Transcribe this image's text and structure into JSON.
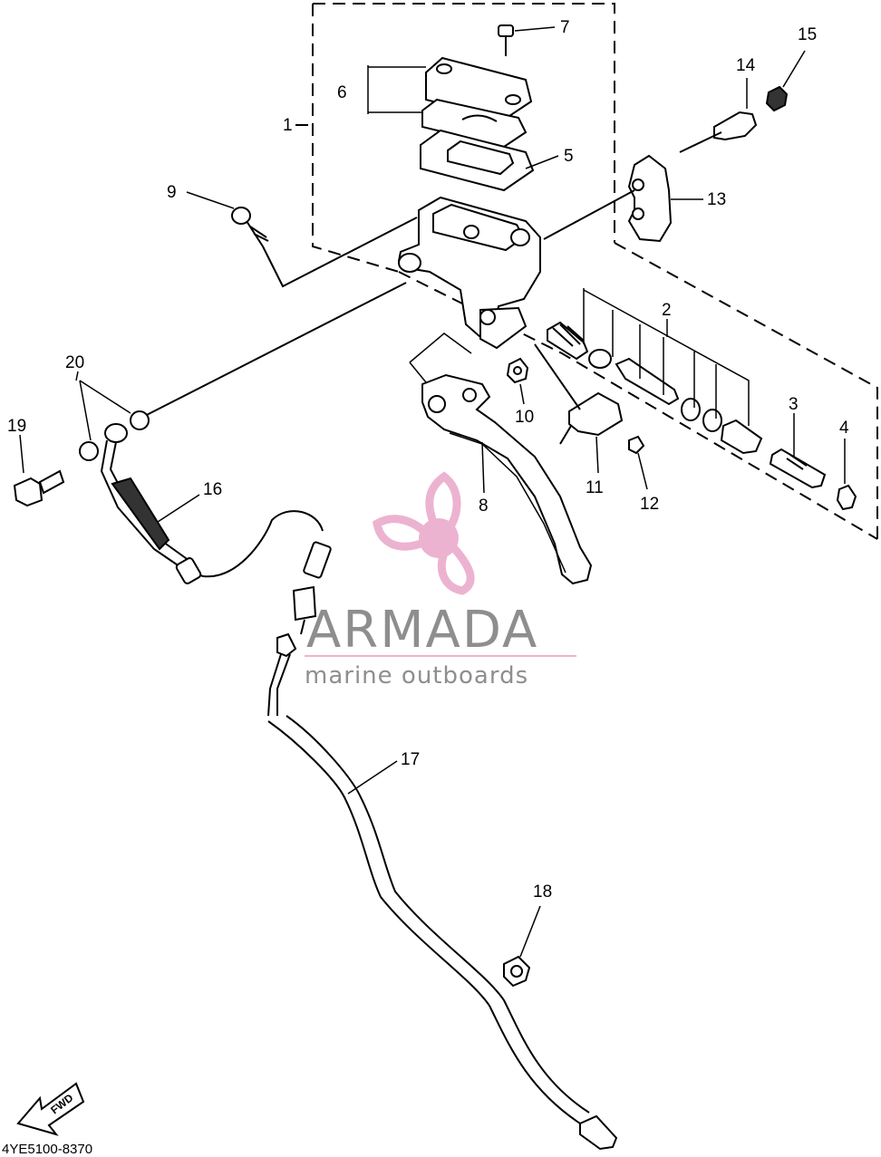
{
  "callouts": [
    {
      "id": "1",
      "label": "1"
    },
    {
      "id": "2",
      "label": "2"
    },
    {
      "id": "3",
      "label": "3"
    },
    {
      "id": "4",
      "label": "4"
    },
    {
      "id": "5",
      "label": "5"
    },
    {
      "id": "6",
      "label": "6"
    },
    {
      "id": "7",
      "label": "7"
    },
    {
      "id": "8",
      "label": "8"
    },
    {
      "id": "9",
      "label": "9"
    },
    {
      "id": "10",
      "label": "10"
    },
    {
      "id": "11",
      "label": "11"
    },
    {
      "id": "12",
      "label": "12"
    },
    {
      "id": "13",
      "label": "13"
    },
    {
      "id": "14",
      "label": "14"
    },
    {
      "id": "15",
      "label": "15"
    },
    {
      "id": "16",
      "label": "16"
    },
    {
      "id": "17",
      "label": "17"
    },
    {
      "id": "18",
      "label": "18"
    },
    {
      "id": "19",
      "label": "19"
    },
    {
      "id": "20",
      "label": "20"
    }
  ],
  "diagram_code": "4YE5100-8370",
  "fwd_arrow_text": "FWD",
  "watermark": {
    "brand": "ARMADA",
    "tagline": "marine outboards",
    "logo_color": "#e9a6c8",
    "text_color": "#7b7b7b"
  }
}
